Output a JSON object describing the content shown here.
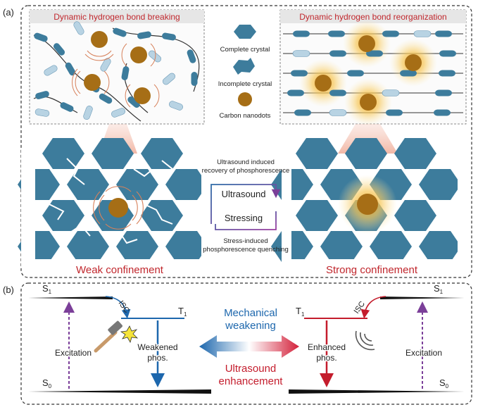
{
  "panel_a": {
    "label": "(a)",
    "breaking_title": "Dynamic hydrogen bond breaking",
    "reorganization_title": "Dynamic hydrogen bond reorganization",
    "legend": [
      {
        "label": "Complete crystal",
        "icon": "complete-crystal-icon"
      },
      {
        "label": "Incomplete crystal",
        "icon": "incomplete-crystal-icon"
      },
      {
        "label": "Carbon nanodots",
        "icon": "carbon-nanodot-icon"
      }
    ],
    "recovery_caption_1": "Ultrasound induced",
    "recovery_caption_2": "recovery of phosphorescence",
    "cycle_top": "Ultrasound",
    "cycle_bottom": "Stressing",
    "quench_caption_1": "Stress-induced",
    "quench_caption_2": "phosphorescence quenching",
    "weak_label": "Weak confinement",
    "strong_label": "Strong confinement"
  },
  "panel_b": {
    "label": "(b)",
    "left": {
      "s1": "S",
      "s1_sub": "1",
      "s0": "S",
      "s0_sub": "0",
      "t1": "T",
      "t1_sub": "1",
      "isc": "ISC",
      "excitation": "Excitation",
      "emission_1": "Weakened",
      "emission_2": "phos."
    },
    "right": {
      "s1": "S",
      "s1_sub": "1",
      "s0": "S",
      "s0_sub": "0",
      "t1": "T",
      "t1_sub": "1",
      "isc": "ISC",
      "excitation": "Excitation",
      "emission_1": "Enhanced",
      "emission_2": "phos."
    },
    "center_top_1": "Mechanical",
    "center_top_2": "weakening",
    "center_bottom_1": "Ultrasound",
    "center_bottom_2": "enhancement"
  },
  "colors": {
    "title_red": "#c0272d",
    "crystal_blue": "#3d7c9c",
    "crystal_light": "#b8d3e3",
    "dot_brown": "#a66e16",
    "glow": "#f5c74a",
    "arrow_blue": "#1d67ad",
    "arrow_red": "#c41c2c",
    "arrow_purple": "#7b3f99"
  }
}
